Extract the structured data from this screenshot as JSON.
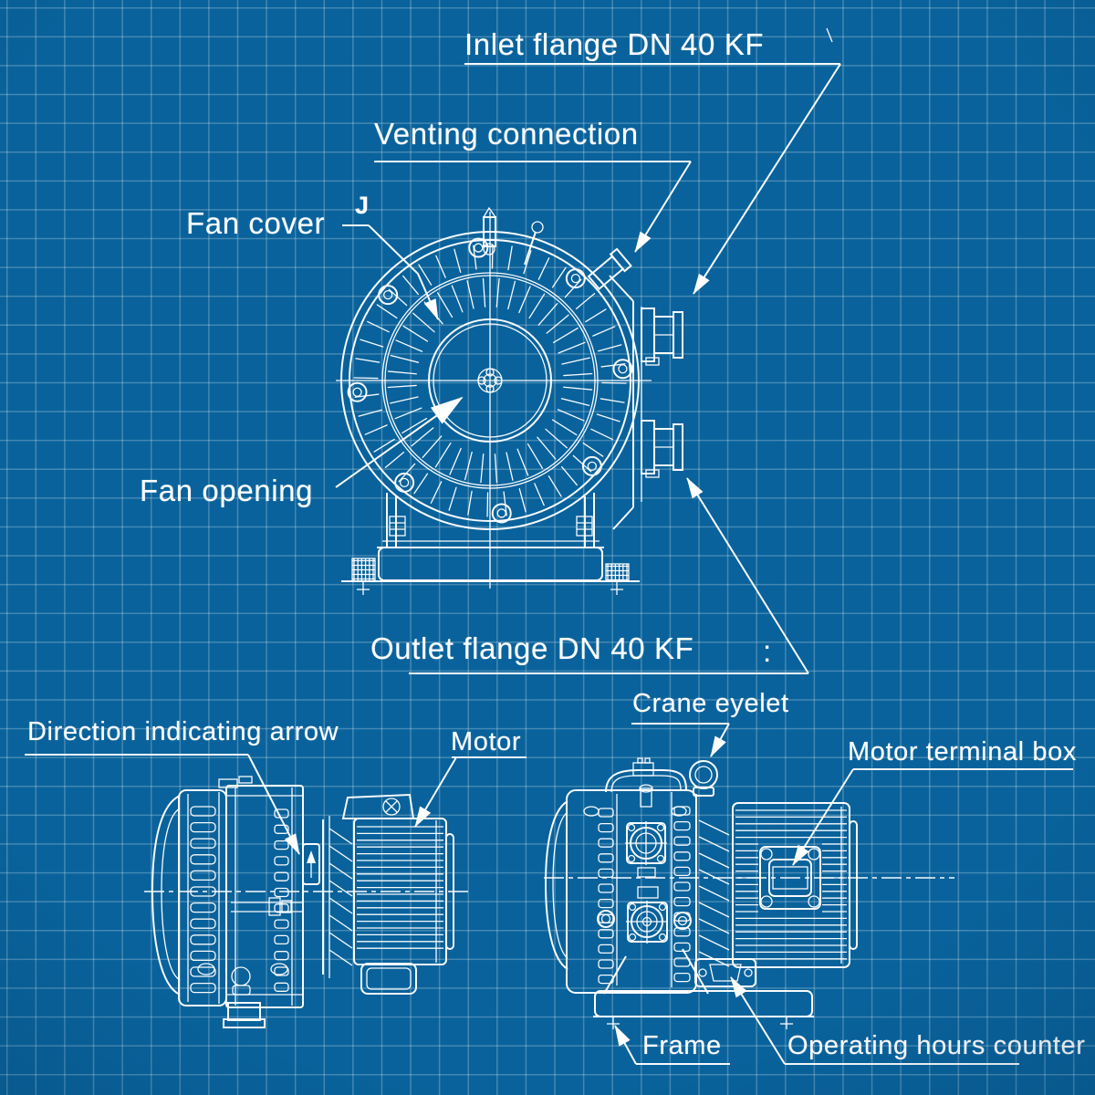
{
  "title": "Vacuum pump blueprint diagram",
  "colors": {
    "background": "#09629b",
    "grid_line": "#4d87ae",
    "drawing_line": "#ffffff",
    "text": "#ffffff"
  },
  "labels": {
    "inlet_flange": "Inlet flange DN 40 KF",
    "venting_connection": "Venting connection",
    "fan_cover": "Fan cover",
    "fan_cover_mark": "J",
    "fan_opening": "Fan opening",
    "outlet_flange": "Outlet flange DN 40 KF",
    "outlet_colon": ":",
    "crane_eyelet": "Crane eyelet",
    "direction_indicating_arrow": "Direction indicating arrow",
    "motor": "Motor",
    "motor_terminal_box": "Motor terminal box",
    "frame": "Frame",
    "operating_hours_counter": "Operating hours counter"
  }
}
